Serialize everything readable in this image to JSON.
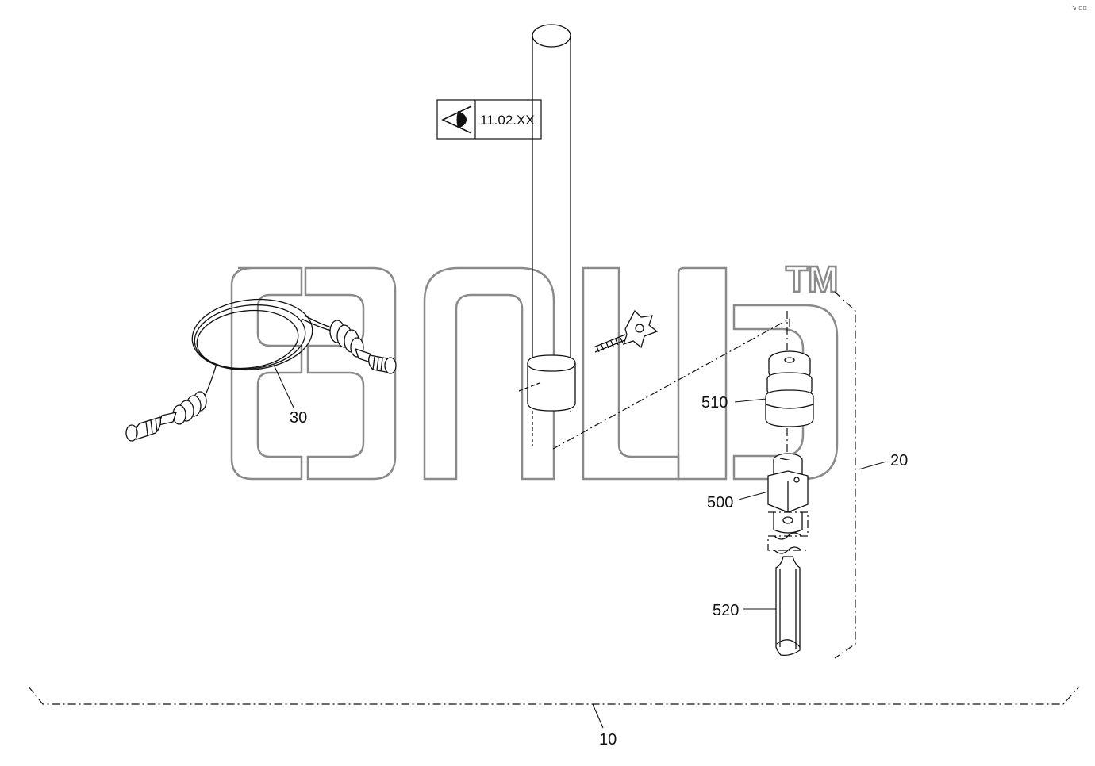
{
  "reference": {
    "icon": "eye-view-icon",
    "code": "11.02.XX"
  },
  "watermark": {
    "trademark": "TM"
  },
  "callouts": {
    "c10": "10",
    "c20": "20",
    "c30": "30",
    "c500": "500",
    "c510": "510",
    "c520": "520"
  },
  "corner_mark": "↘ ▫▫"
}
